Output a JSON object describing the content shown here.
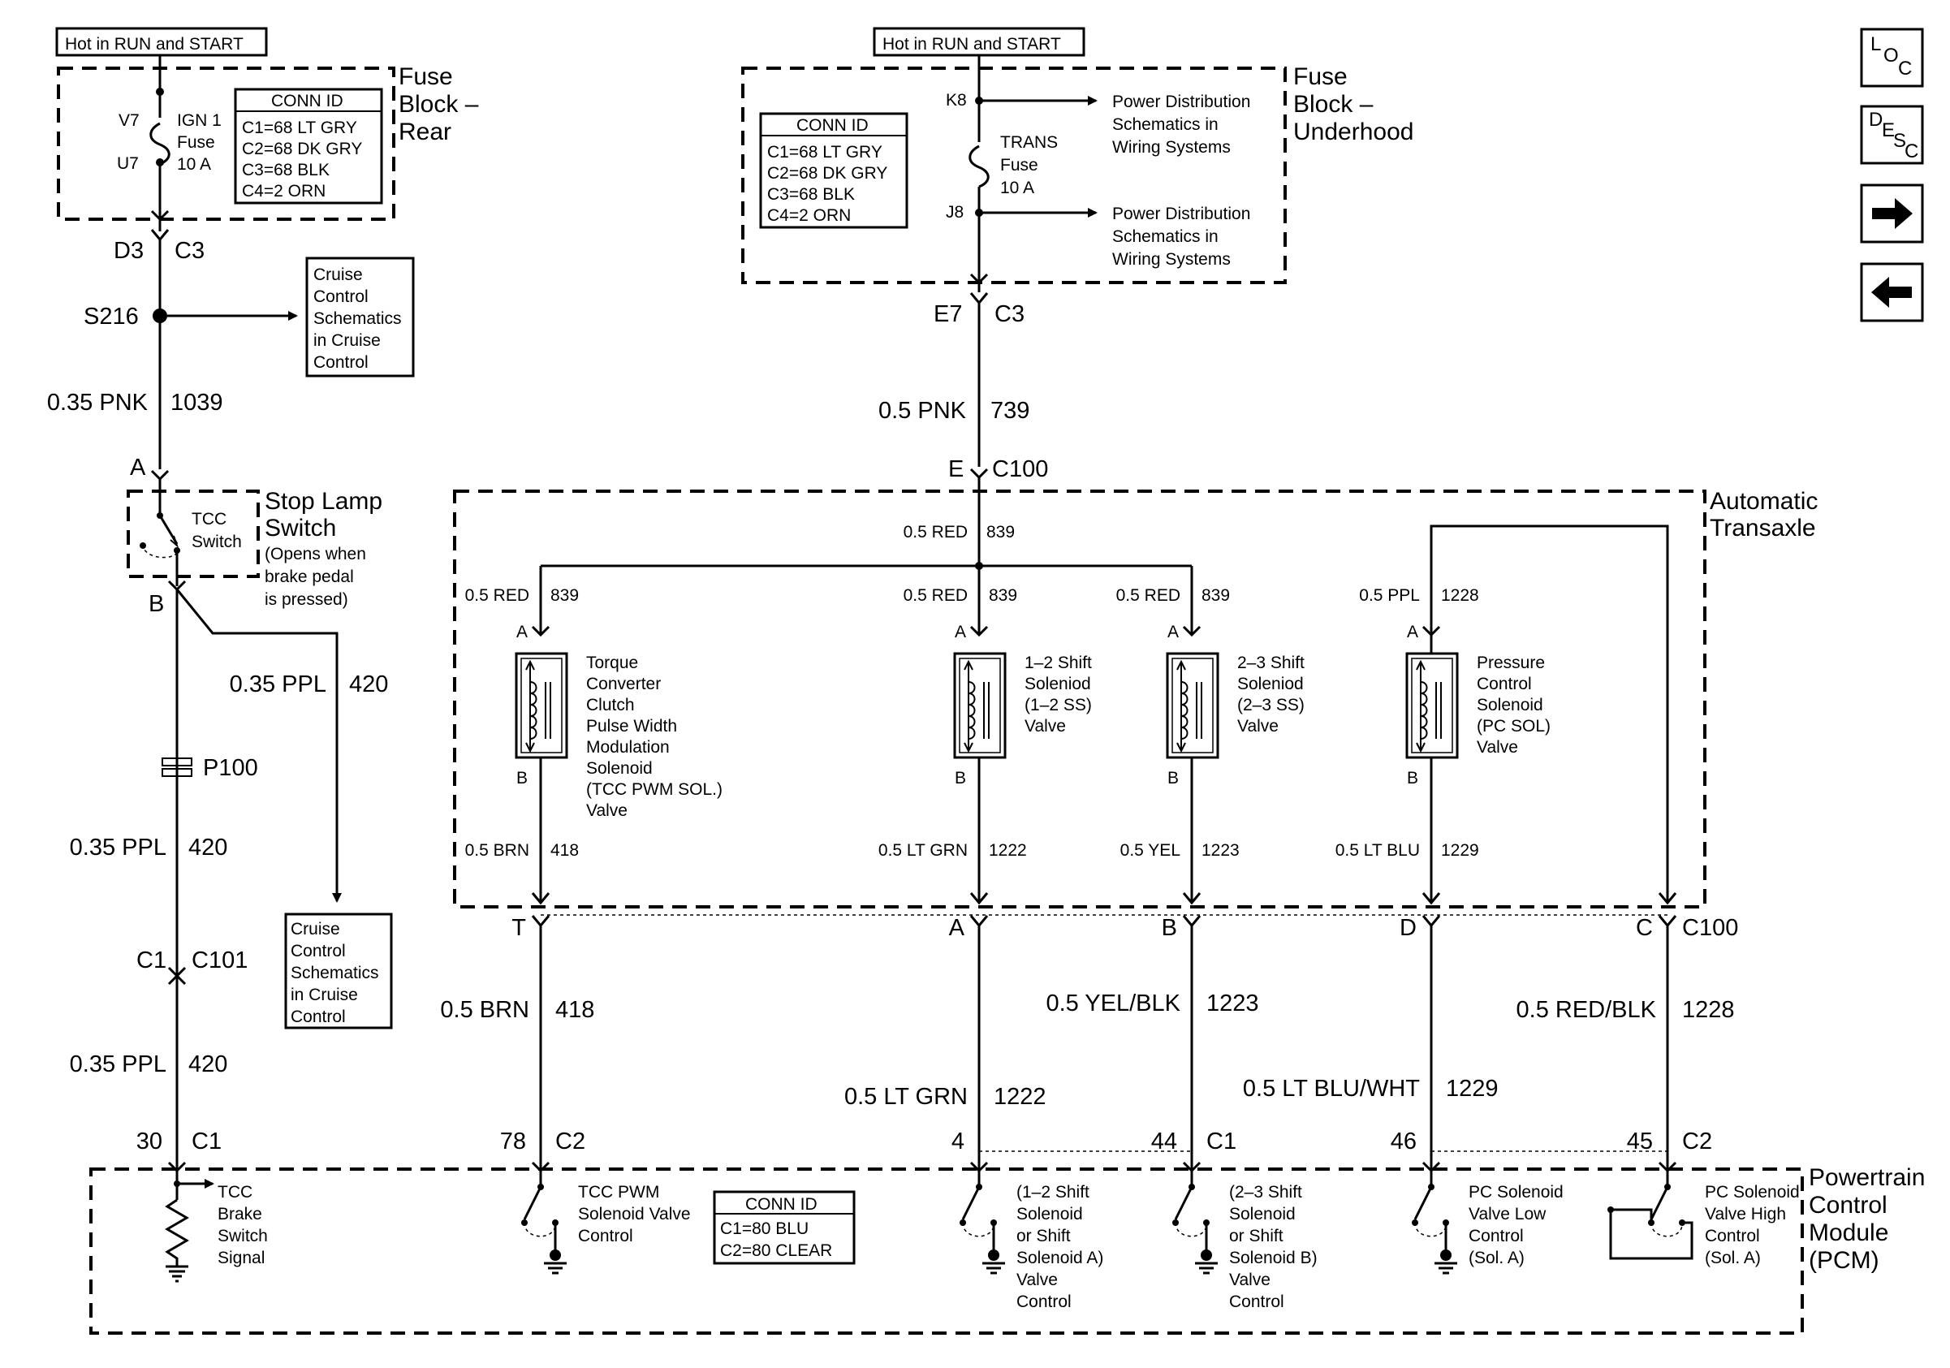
{
  "top_left": {
    "hot_label": "Hot in RUN and START",
    "fuse_block_title": [
      "Fuse",
      "Block –",
      "Rear"
    ],
    "pin_top": "V7",
    "pin_bottom": "U7",
    "fuse_label": [
      "IGN 1",
      "Fuse",
      "10 A"
    ],
    "conn_id": {
      "title": "CONN ID",
      "rows": [
        "C1=68 LT GRY",
        "C2=68 DK GRY",
        "C3=68 BLK",
        "C4=2 ORN"
      ]
    },
    "connector_pin": "D3",
    "connector_id": "C3",
    "splice": "S216",
    "cruise_ref_1": [
      "Cruise",
      "Control",
      "Schematics",
      "in Cruise",
      "Control"
    ],
    "wire_1_gauge": "0.35 PNK",
    "wire_1_circuit": "1039"
  },
  "stop_lamp": {
    "pin_a": "A",
    "switch_label": [
      "TCC",
      "Switch"
    ],
    "title": [
      "Stop Lamp",
      "Switch"
    ],
    "note": [
      "(Opens when",
      "brake pedal",
      "is pressed)"
    ],
    "pin_b": "B",
    "wire_branch_gauge": "0.35  PPL",
    "wire_branch_circuit": "420",
    "splice_p": "P100",
    "wire_2_gauge": "0.35  PPL",
    "wire_2_circuit": "420",
    "cruise_ref_2": [
      "Cruise",
      "Control",
      "Schematics",
      "in Cruise",
      "Control"
    ],
    "conn_pin": "C1",
    "conn_id": "C101",
    "wire_3_gauge": "0.35  PPL",
    "wire_3_circuit": "420"
  },
  "top_center": {
    "hot_label": "Hot in RUN and START",
    "fuse_block_title": [
      "Fuse",
      "Block –",
      "Underhood"
    ],
    "conn_id": {
      "title": "CONN ID",
      "rows": [
        "C1=68 LT GRY",
        "C2=68 DK GRY",
        "C3=68 BLK",
        "C4=2 ORN"
      ]
    },
    "pin_top": "K8",
    "pin_bottom": "J8",
    "fuse_label": [
      "TRANS",
      "Fuse",
      "10 A"
    ],
    "power_ref_1": [
      "Power Distribution",
      "Schematics in",
      "Wiring Systems"
    ],
    "power_ref_2": [
      "Power Distribution",
      "Schematics in",
      "Wiring Systems"
    ],
    "connector_pin": "E7",
    "connector_id": "C3",
    "wire_gauge": "0.5 PNK",
    "wire_circuit": "739",
    "c100_pin": "E",
    "c100_id": "C100"
  },
  "transaxle": {
    "title": [
      "Automatic",
      "Transaxle"
    ],
    "bus_gauge": "0.5 RED",
    "bus_circuit": "839",
    "solenoids": [
      {
        "top_gauge": "0.5 RED",
        "top_circuit": "839",
        "pin_a": "A",
        "pin_b": "B",
        "label": [
          "Torque",
          "Converter",
          "Clutch",
          "Pulse Width",
          "Modulation",
          "Solenoid",
          "(TCC PWM SOL.)",
          "Valve"
        ],
        "bottom_gauge": "0.5 BRN",
        "bottom_circuit": "418"
      },
      {
        "top_gauge": "0.5 RED",
        "top_circuit": "839",
        "pin_a": "A",
        "pin_b": "B",
        "label": [
          "1–2 Shift",
          "Soleniod",
          "(1–2 SS)",
          "Valve"
        ],
        "bottom_gauge": "0.5 LT GRN",
        "bottom_circuit": "1222"
      },
      {
        "top_gauge": "0.5 RED",
        "top_circuit": "839",
        "pin_a": "A",
        "pin_b": "B",
        "label": [
          "2–3 Shift",
          "Soleniod",
          "(2–3 SS)",
          "Valve"
        ],
        "bottom_gauge": "0.5 YEL",
        "bottom_circuit": "1223"
      },
      {
        "top_gauge": "0.5 PPL",
        "top_circuit": "1228",
        "pin_a": "A",
        "pin_b": "B",
        "label": [
          "Pressure",
          "Control",
          "Solenoid",
          "(PC SOL)",
          "Valve"
        ],
        "bottom_gauge": "0.5 LT BLU",
        "bottom_circuit": "1229"
      }
    ]
  },
  "c100_connector": {
    "pins": [
      "T",
      "A",
      "B",
      "D",
      "C"
    ],
    "id": "C100"
  },
  "harness_wires": [
    {
      "gauge": "0.5 BRN",
      "circuit": "418"
    },
    {
      "gauge": "0.5 LT GRN",
      "circuit": "1222"
    },
    {
      "gauge": "0.5 YEL/BLK",
      "circuit": "1223"
    },
    {
      "gauge": "0.5 LT BLU/WHT",
      "circuit": "1229"
    },
    {
      "gauge": "0.5 RED/BLK",
      "circuit": "1228"
    }
  ],
  "pcm": {
    "title": [
      "Powertrain",
      "Control",
      "Module",
      "(PCM)"
    ],
    "pins": [
      {
        "pin": "30",
        "conn": "C1"
      },
      {
        "pin": "78",
        "conn": "C2"
      },
      {
        "pin": "4",
        "conn": ""
      },
      {
        "pin": "44",
        "conn": "C1"
      },
      {
        "pin": "46",
        "conn": ""
      },
      {
        "pin": "45",
        "conn": "C2"
      }
    ],
    "circuits": [
      [
        "TCC",
        "Brake",
        "Switch",
        "Signal"
      ],
      [
        "TCC PWM",
        "Solenoid Valve",
        "Control"
      ],
      [
        "(1–2 Shift",
        "Solenoid",
        "or Shift",
        "Solenoid A)",
        "Valve",
        "Control"
      ],
      [
        "(2–3 Shift",
        "Solenoid",
        "or Shift",
        "Solenoid B)",
        "Valve",
        "Control"
      ],
      [
        "PC Solenoid",
        "Valve Low",
        "Control",
        "(Sol. A)"
      ],
      [
        "PC Solenoid",
        "Valve High",
        "Control",
        "(Sol. A)"
      ]
    ],
    "conn_id": {
      "title": "CONN ID",
      "rows": [
        "C1=80 BLU",
        "C2=80 CLEAR"
      ]
    }
  },
  "nav": {
    "loc": [
      "L",
      "O",
      "C"
    ],
    "desc": [
      "D",
      "E",
      "S",
      "C"
    ],
    "next_icon": "arrow-right-icon",
    "prev_icon": "arrow-left-icon"
  }
}
